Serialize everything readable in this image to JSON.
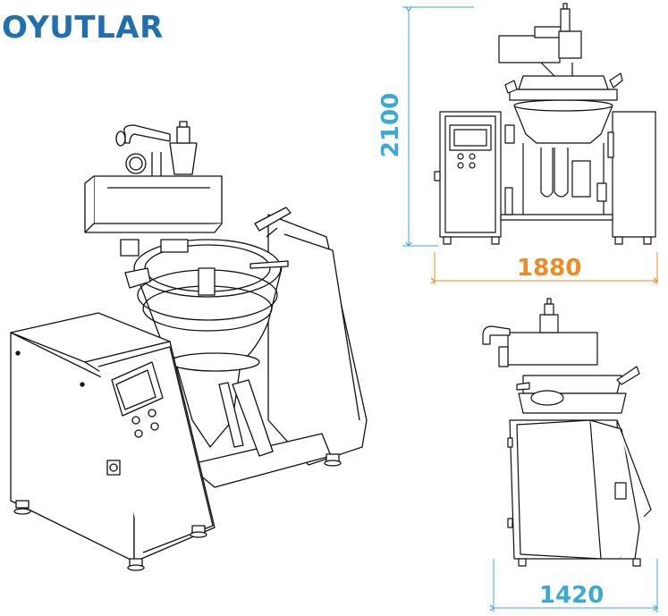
{
  "title": "OYUTLAR",
  "dimensions": {
    "height": "2100",
    "width_front": "1880",
    "width_side": "1420"
  },
  "colors": {
    "title": "#1f6fb2",
    "dim_blue": "#3aa9d8",
    "dim_orange": "#f08a24",
    "line": "#111111"
  },
  "views": [
    "isometric-view",
    "front-view",
    "side-view"
  ]
}
